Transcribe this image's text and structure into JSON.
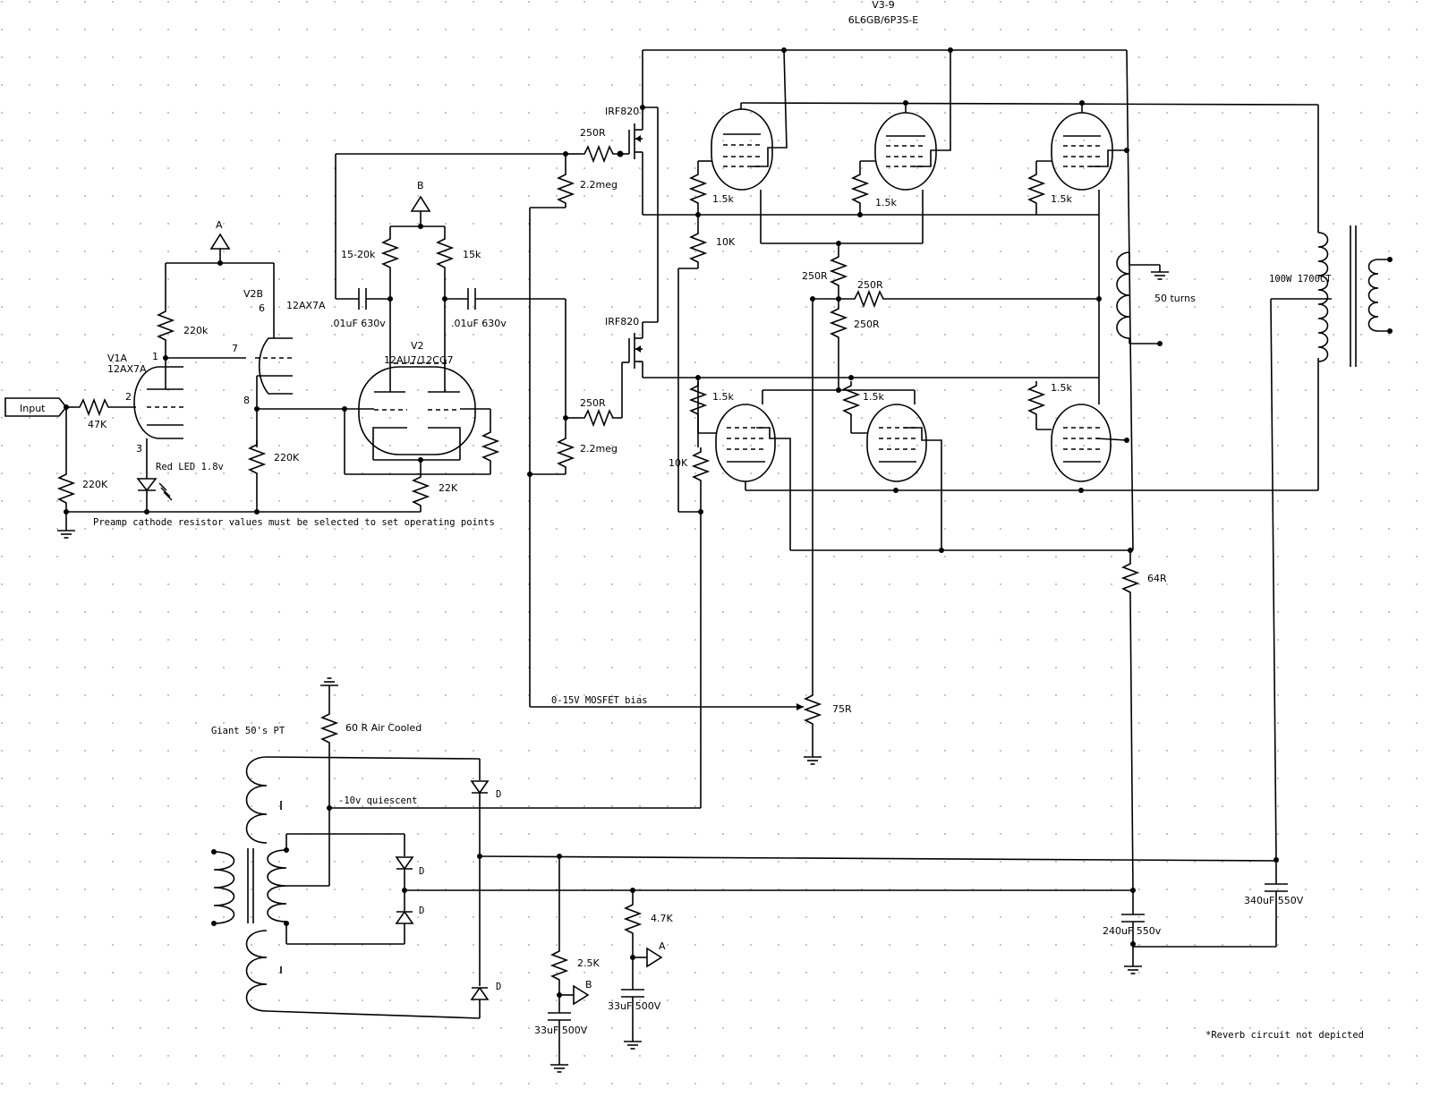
{
  "title": {
    "line1": "V3-9",
    "line2": "6L6GB/6P3S-E"
  },
  "preamp": {
    "input_label": "Input",
    "r_input": "47K",
    "r_grid": "220K",
    "v1_label": "V1A",
    "v1_type": "12AX7A",
    "r_plate_v1": "220k",
    "v2b_label": "V2B",
    "v2b_type": "12AX7A",
    "r_cathode_v2b": "220K",
    "led_label": "Red LED 1.8v",
    "pin1": "1",
    "pin2": "2",
    "pin3": "3",
    "pin6": "6",
    "pin7": "7",
    "pin8": "8",
    "note": "Preamp cathode resistor values must be selected to set operating points",
    "supply_a": "A"
  },
  "phase_inverter": {
    "v2_label": "V2",
    "v2_type": "12AU7/12CG7",
    "r_left": "15-20k",
    "r_right": "15k",
    "cap_left": ".01uF 630v",
    "cap_right": ".01uF 630v",
    "r_tail": "22K",
    "supply_b": "B"
  },
  "drivers": {
    "mosfet_top": "IRF820",
    "mosfet_bottom": "IRF820",
    "r_gate_top": "250R",
    "r_gate_bottom": "250R",
    "r_bias_top": "2.2meg",
    "r_bias_bottom": "2.2meg",
    "r_10k_top": "10K",
    "r_10k_bottom": "10K",
    "bias_label": "0-15V MOSFET bias",
    "pot_75r": "75R"
  },
  "output": {
    "r_screen": "1.5k",
    "r_250_a": "250R",
    "r_250_b": "250R",
    "r_250_c": "250R",
    "turns_label": "50 turns",
    "ot_label": "100W 1700CT",
    "r_64": "64R"
  },
  "power_supply": {
    "pt_label": "Giant 50's PT",
    "r_air": "60 R Air Cooled",
    "quiescent_label": "-10v quiescent",
    "diode": "D",
    "r_2_5k": "2.5K",
    "r_4_7k": "4.7K",
    "cap_33_b": "33uF 500V",
    "cap_33_a": "33uF 500V",
    "cap_240": "240uF 550v",
    "cap_340": "340uF 550V",
    "supply_a": "A",
    "supply_b": "B"
  },
  "footnote": "*Reverb circuit not depicted"
}
